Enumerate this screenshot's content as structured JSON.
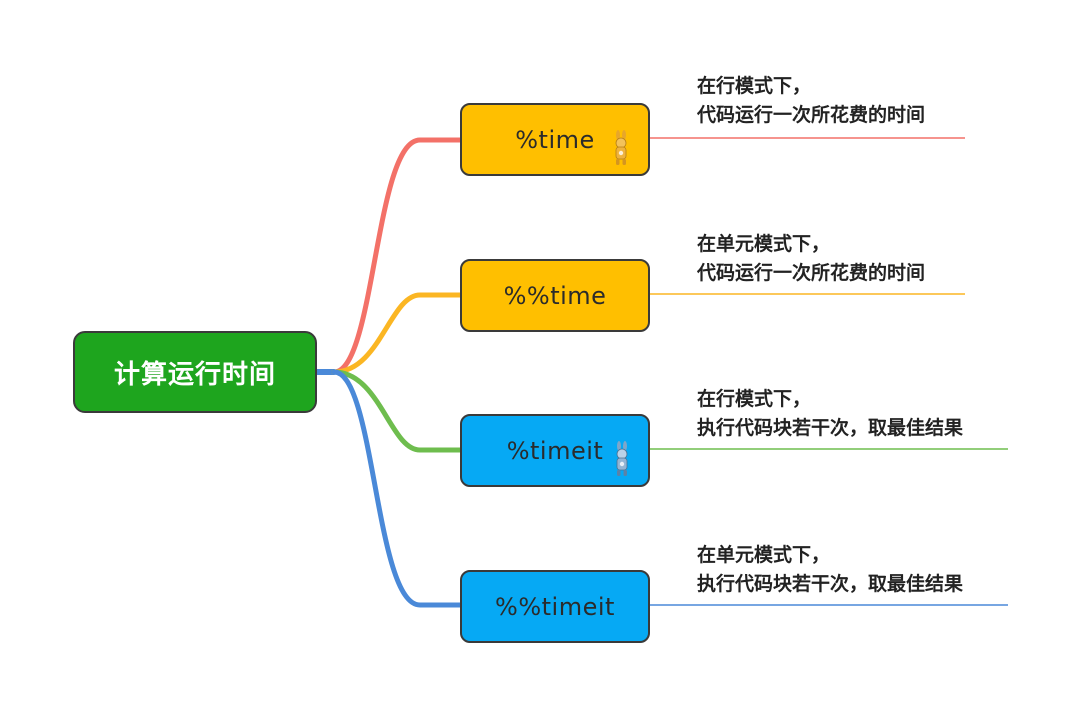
{
  "root": {
    "label": "计算运行时间",
    "color": "#1ea51e"
  },
  "branches": [
    {
      "label": "%time",
      "fill": "#ffbf00",
      "line_color": "#f37168",
      "has_figure": true,
      "figure_icon": "yellow-rabbit-figure",
      "desc": [
        "在行模式下，",
        "代码运行一次所花费的时间"
      ]
    },
    {
      "label": "%%time",
      "fill": "#ffbf00",
      "line_color": "#fbb623",
      "has_figure": false,
      "desc": [
        "在单元模式下，",
        "代码运行一次所花费的时间"
      ]
    },
    {
      "label": "%timeit",
      "fill": "#06a9f4",
      "line_color": "#6ebd4e",
      "has_figure": true,
      "figure_icon": "blue-rabbit-figure",
      "desc": [
        "在行模式下，",
        "执行代码块若干次，取最佳结果"
      ]
    },
    {
      "label": "%%timeit",
      "fill": "#06a9f4",
      "line_color": "#4a89d8",
      "has_figure": false,
      "desc": [
        "在单元模式下，",
        "执行代码块若干次，取最佳结果"
      ]
    }
  ]
}
